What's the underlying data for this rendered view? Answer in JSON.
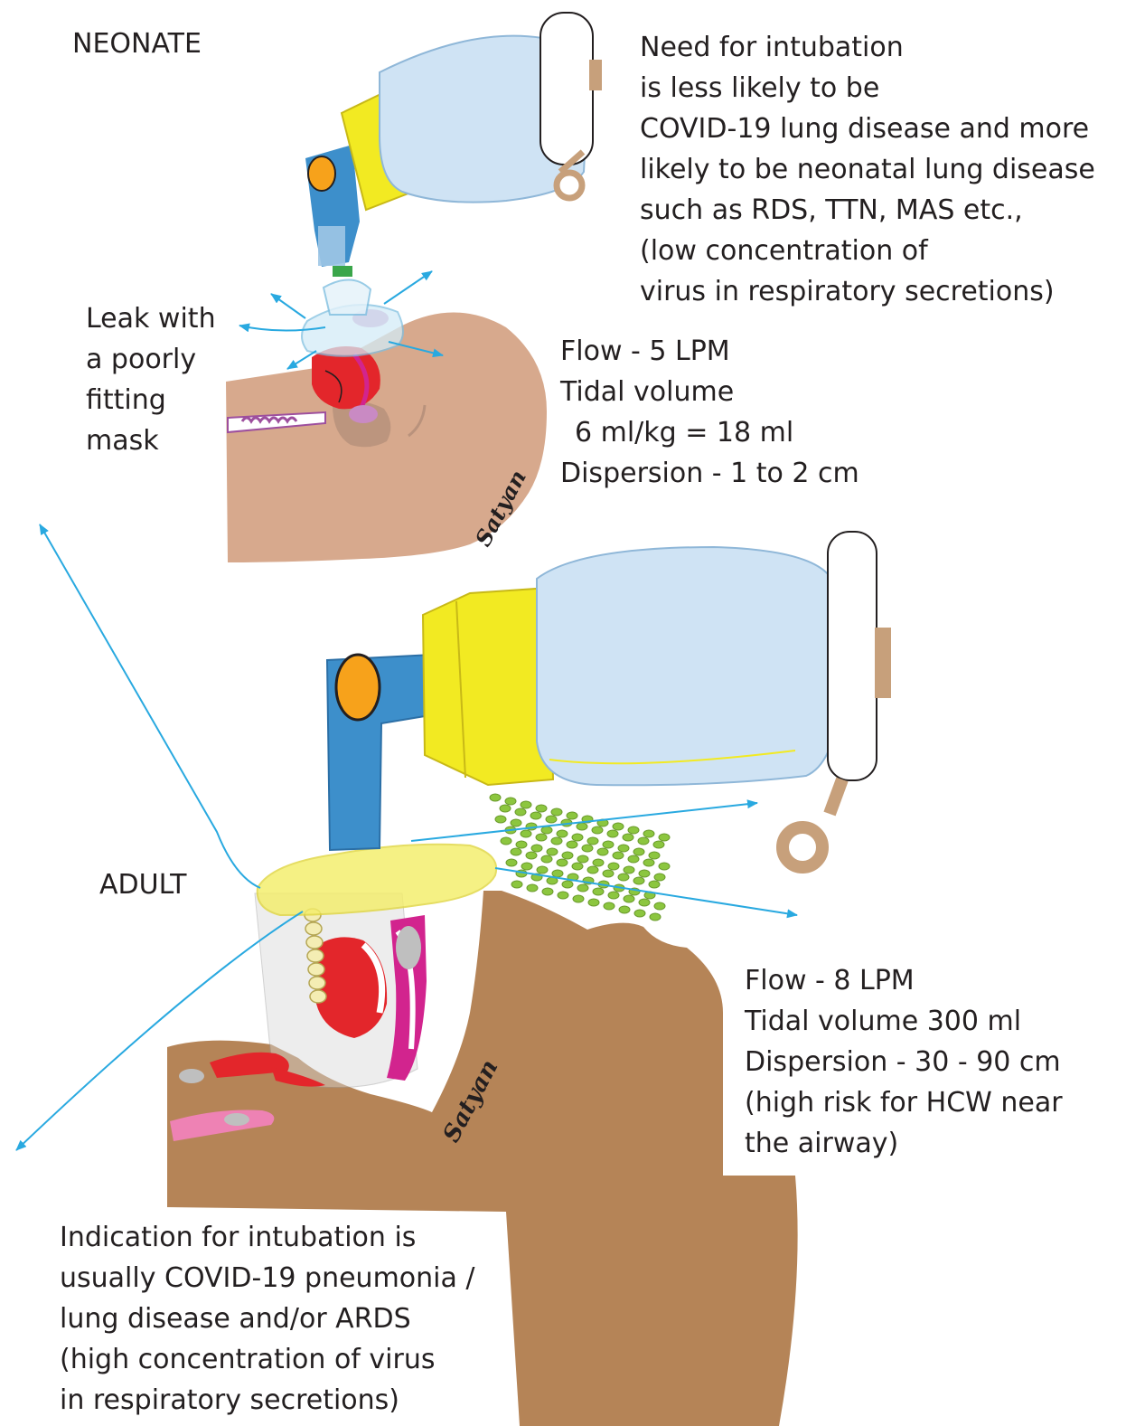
{
  "colors": {
    "airflow_arrow": "#29a9e0",
    "neonate_skin": "#d7a98d",
    "adult_skin": "#b58457",
    "bag_blue": "#cfe3f4",
    "valve_yellow": "#f2ea22",
    "connector_blue": "#3d8fcb",
    "droplet_green": "#8cc63f",
    "tongue_red": "#e3262b",
    "mucosa_pink": "#d2248e"
  },
  "neonate": {
    "title": "NEONATE",
    "intubation_note": [
      "Need for intubation",
      "is less likely to be",
      "COVID-19 lung disease and more",
      "likely to be neonatal lung disease",
      "such as RDS, TTN, MAS etc.,",
      "(low concentration of",
      "virus in respiratory secretions)"
    ],
    "leak_note": [
      "Leak with",
      "a poorly",
      "fitting",
      "mask"
    ],
    "ventilation_stats": [
      "Flow - 5 LPM",
      "Tidal volume",
      "6 ml/kg = 18 ml",
      "Dispersion - 1 to 2 cm"
    ],
    "signature": "Satyan"
  },
  "adult": {
    "title": "ADULT",
    "ventilation_stats": [
      "Flow - 8 LPM",
      "Tidal volume  300 ml",
      "Dispersion - 30 - 90 cm",
      "(high risk for HCW near",
      "the airway)"
    ],
    "intubation_note": [
      "Indication for intubation is",
      "usually COVID-19 pneumonia /",
      "lung disease and/or ARDS",
      "(high concentration of virus",
      "in respiratory secretions)"
    ],
    "signature": "Satyan"
  }
}
